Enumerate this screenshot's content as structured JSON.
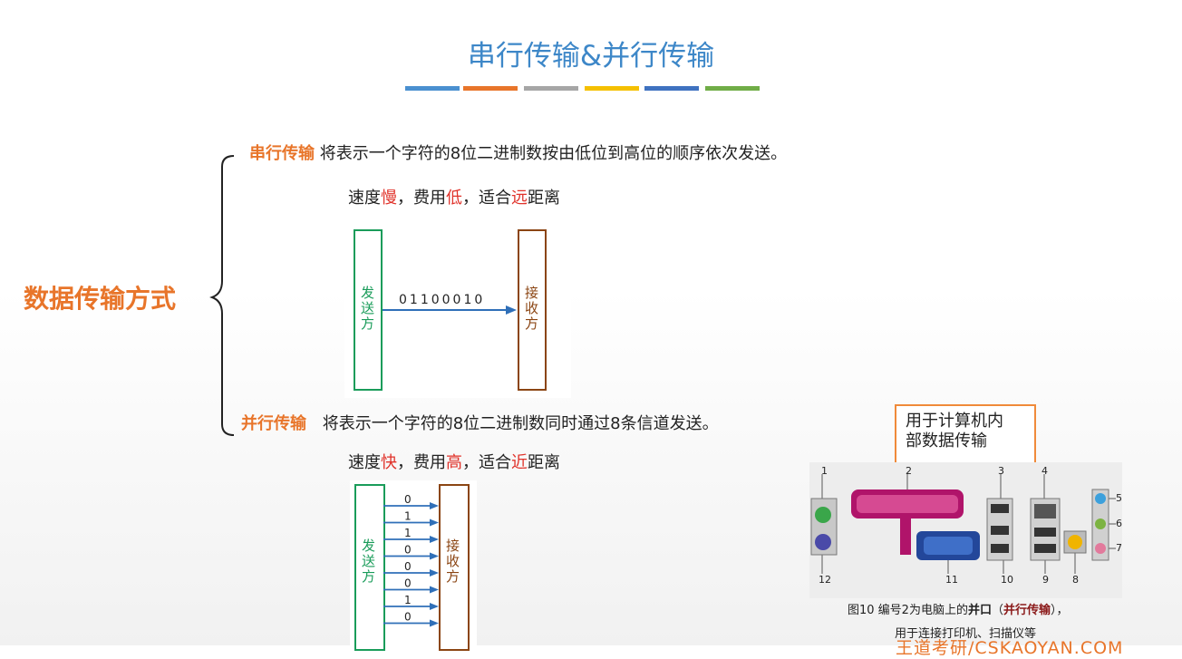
{
  "title": "串行传输&并行传输",
  "colorbar": [
    "#4a90d0",
    "#e8752a",
    "#a6a6a6",
    "#f5c000",
    "#3f72c0",
    "#70ad47"
  ],
  "main_label": "数据传输方式",
  "serial": {
    "label": "串行传输",
    "desc": "将表示一个字符的8位二进制数按由低位到高位的顺序依次发送。",
    "speed_pre": "速度",
    "speed_val": "慢",
    "cost_pre": "，费用",
    "cost_val": "低",
    "dist_pre": "，适合",
    "dist_val": "远",
    "dist_post": "距离",
    "diagram": {
      "sender": "发送方",
      "receiver": "接收方",
      "bits": "01100010"
    }
  },
  "parallel": {
    "label": "并行传输",
    "desc": "将表示一个字符的8位二进制数同时通过8条信道发送。",
    "speed_pre": "速度",
    "speed_val": "快",
    "cost_pre": "，费用",
    "cost_val": "高",
    "dist_pre": "，适合",
    "dist_val": "近",
    "dist_post": "距离",
    "diagram": {
      "sender": "发送方",
      "receiver": "接收方",
      "bits": [
        "0",
        "1",
        "1",
        "0",
        "0",
        "0",
        "1",
        "0"
      ]
    }
  },
  "callout": {
    "line1": "用于计算机内",
    "line2": "部数据传输"
  },
  "ports_figure": {
    "top_numbers": [
      "1",
      "2",
      "3",
      "4"
    ],
    "right_numbers": [
      "5",
      "6",
      "7"
    ],
    "bottom_numbers": [
      "12",
      "11",
      "10",
      "9",
      "8"
    ],
    "caption_pre": "图10  编号2为电脑上的",
    "caption_bold1": "并口",
    "caption_mid": "（",
    "caption_bold2": "并行传输",
    "caption_post": "），",
    "caption_line2": "用于连接打印机、扫描仪等"
  },
  "watermark": "王道考研/CSKAOYAN.COM"
}
